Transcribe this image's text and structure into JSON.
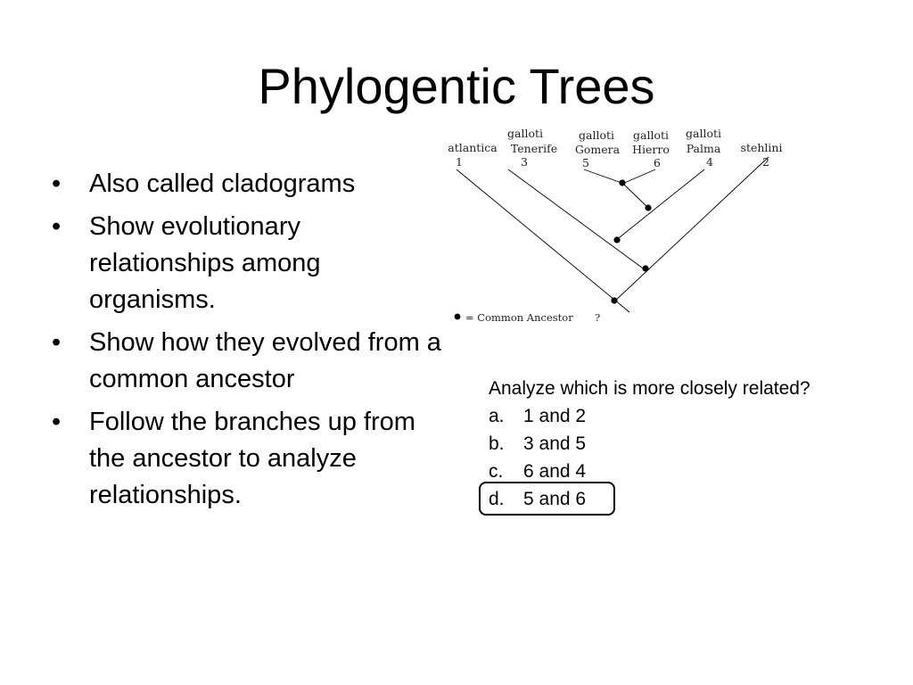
{
  "slide": {
    "title": "Phylogentic Trees",
    "bullets": [
      "Also called cladograms",
      "Show evolutionary relationships among organisms.",
      "Show how they evolved from a common ancestor",
      "Follow the branches up from the ancestor to analyze relationships."
    ],
    "bullet_symbol": "•"
  },
  "tree": {
    "taxa": [
      {
        "species": "",
        "name": "atlantica",
        "number": "1"
      },
      {
        "species": "galloti",
        "name": "Tenerife",
        "number": "3"
      },
      {
        "species": "galloti",
        "name": "Gomera",
        "number": "5"
      },
      {
        "species": "galloti",
        "name": "Hierro",
        "number": "6"
      },
      {
        "species": "galloti",
        "name": "Palma",
        "number": "4"
      },
      {
        "species": "",
        "name": "stehlini",
        "number": "2"
      }
    ],
    "legend": "= Common Ancestor",
    "legend_mark": "?"
  },
  "question": {
    "text": "Analyze which is more closely related?",
    "options": [
      {
        "letter": "a.",
        "text": "1 and 2"
      },
      {
        "letter": "b.",
        "text": "3 and 5"
      },
      {
        "letter": "c.",
        "text": "6 and 4"
      },
      {
        "letter": "d.",
        "text": "5 and 6",
        "highlighted": true
      }
    ]
  }
}
